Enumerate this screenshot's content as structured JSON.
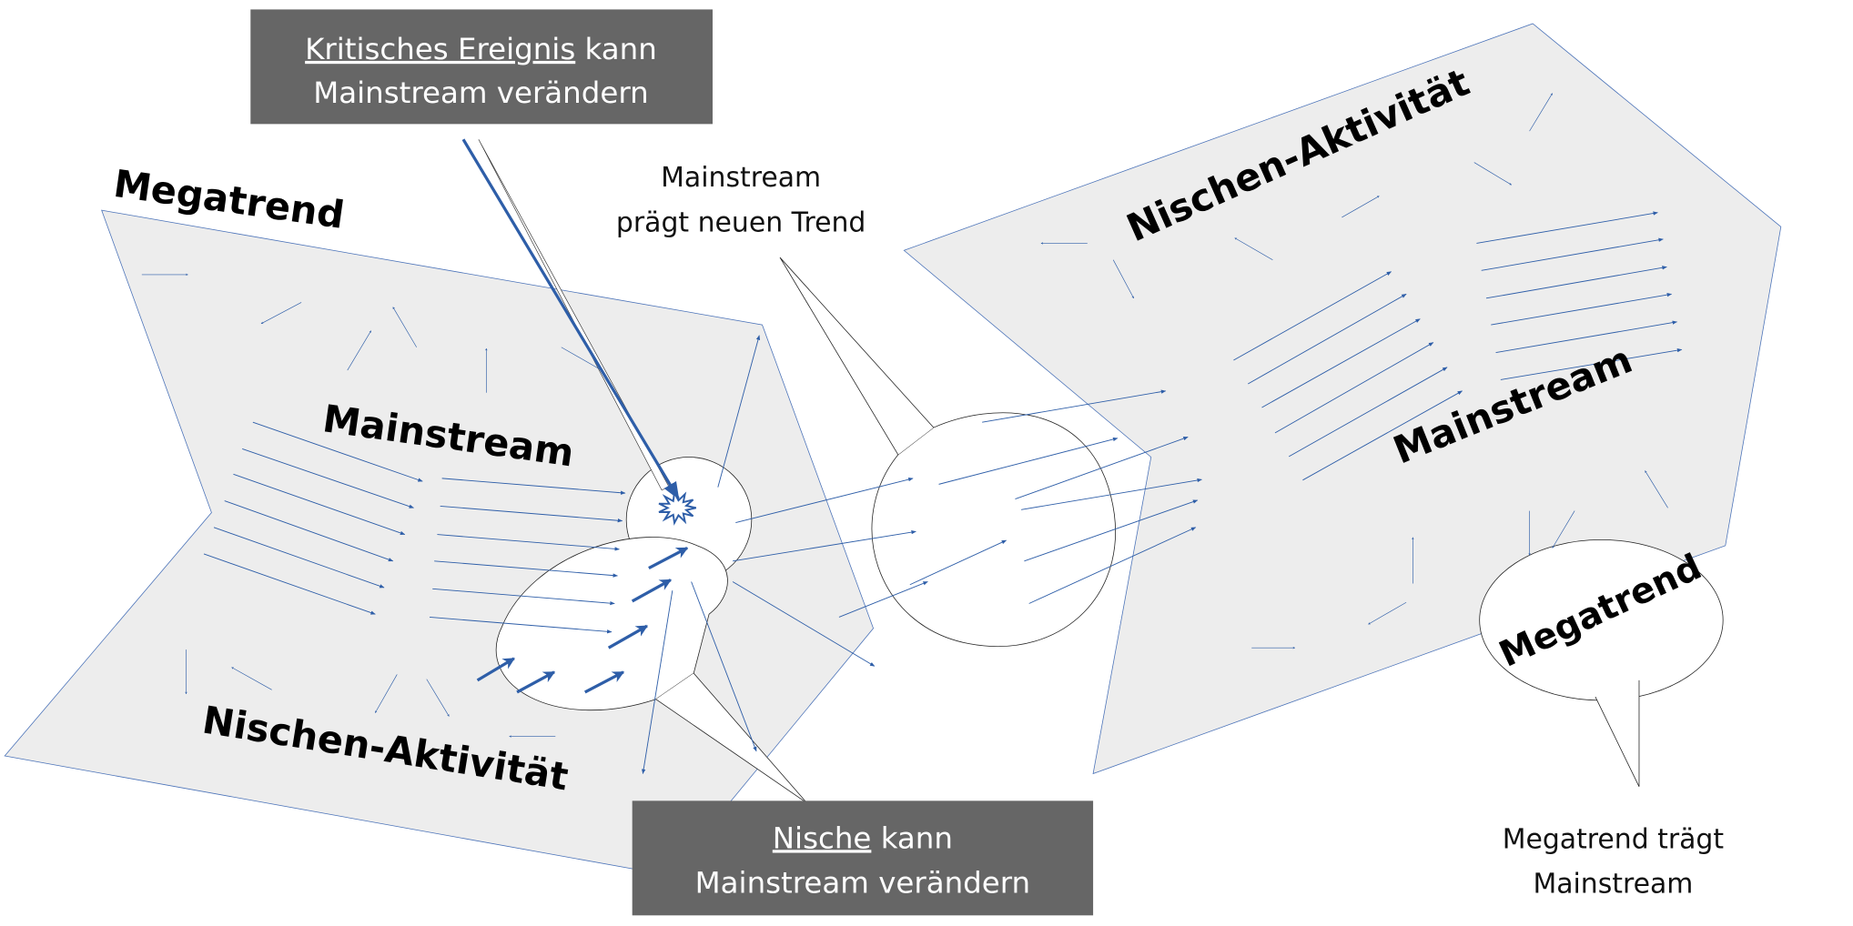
{
  "colors": {
    "plane": "#ededed",
    "arrow": "#2e5ea8",
    "box": "#666666",
    "edge": "#4a72b8"
  },
  "left_plane": {
    "label_top": "Megatrend",
    "label_middle": "Mainstream",
    "label_bottom": "Nischen-Aktivität"
  },
  "right_plane": {
    "label_top": "Nischen-Aktivität",
    "label_middle": "Mainstream"
  },
  "callout_critical": {
    "underlined": "Kritisches Ereignis",
    "rest": " kann",
    "line2": "Mainstream verändern"
  },
  "callout_niche": {
    "underlined": "Nische",
    "rest": " kann",
    "line2": "Mainstream verändern"
  },
  "callout_trend": {
    "line1": "Mainstream",
    "line2": "prägt neuen Trend"
  },
  "bubble_megatrend": {
    "label": "Megatrend"
  },
  "caption_megatrend": {
    "line1": "Megatrend trägt",
    "line2": "Mainstream"
  },
  "icons": [
    "burst-icon",
    "arrow-icon"
  ]
}
